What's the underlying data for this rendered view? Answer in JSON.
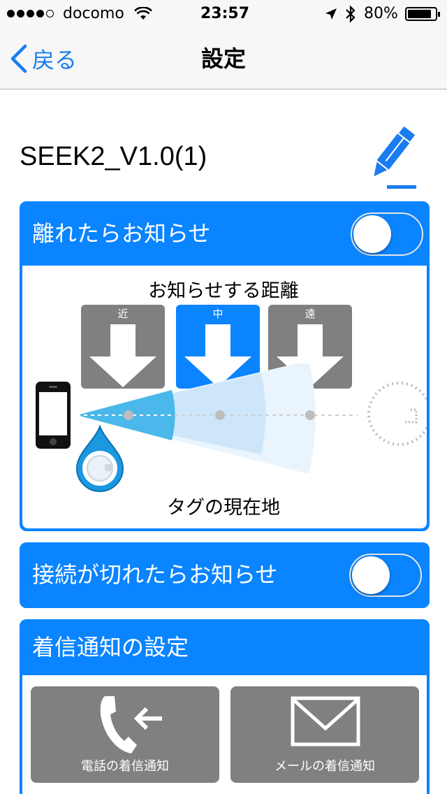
{
  "status": {
    "carrier": "docomo",
    "time": "23:57",
    "battery": "80%",
    "signal_bars": 4
  },
  "nav": {
    "back_label": "戻る",
    "title": "設定"
  },
  "device": {
    "name": "SEEK2_V1.0(1)"
  },
  "leave_alert": {
    "title": "離れたらお知らせ",
    "distance_title": "お知らせする距離",
    "distances": [
      {
        "label": "近",
        "selected": false
      },
      {
        "label": "中",
        "selected": true
      },
      {
        "label": "遠",
        "selected": false
      }
    ],
    "tag_location_label": "タグの現在地",
    "enabled": false
  },
  "disconnect_alert": {
    "title": "接続が切れたらお知らせ",
    "enabled": false
  },
  "incoming": {
    "title": "着信通知の設定",
    "call_label": "電話の着信通知",
    "mail_label": "メールの着信通知"
  },
  "colors": {
    "accent": "#0a84ff",
    "link": "#1a7cf0",
    "button_gray": "#808080"
  }
}
